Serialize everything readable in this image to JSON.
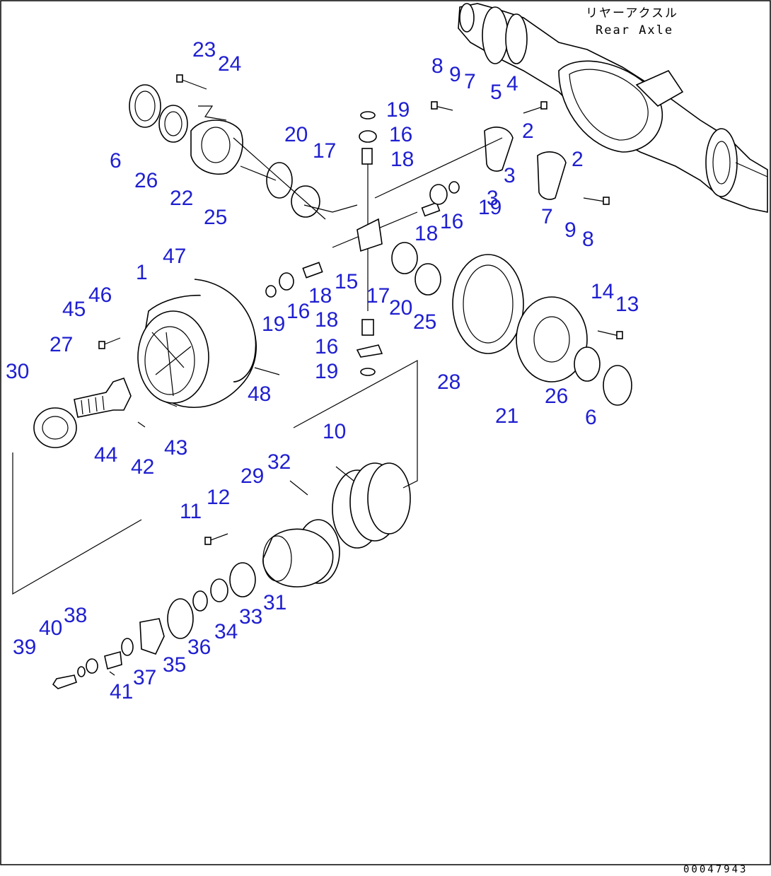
{
  "title": {
    "jp": "リヤーアクスル",
    "en": "Rear Axle"
  },
  "drawing_number": "00047943",
  "label_color": "#1f1fd0",
  "labels": [
    "23",
    "24",
    "8",
    "9",
    "7",
    "5",
    "4",
    "19",
    "6",
    "26",
    "22",
    "20",
    "17",
    "16",
    "18",
    "2",
    "2",
    "25",
    "3",
    "3",
    "7",
    "9",
    "8",
    "19",
    "16",
    "18",
    "1",
    "47",
    "46",
    "45",
    "27",
    "30",
    "19",
    "16",
    "18",
    "15",
    "17",
    "20",
    "25",
    "14",
    "13",
    "18",
    "16",
    "19",
    "28",
    "21",
    "26",
    "6",
    "48",
    "44",
    "42",
    "43",
    "10",
    "29",
    "32",
    "11",
    "12",
    "31",
    "33",
    "34",
    "36",
    "35",
    "37",
    "41",
    "40",
    "38",
    "39"
  ]
}
